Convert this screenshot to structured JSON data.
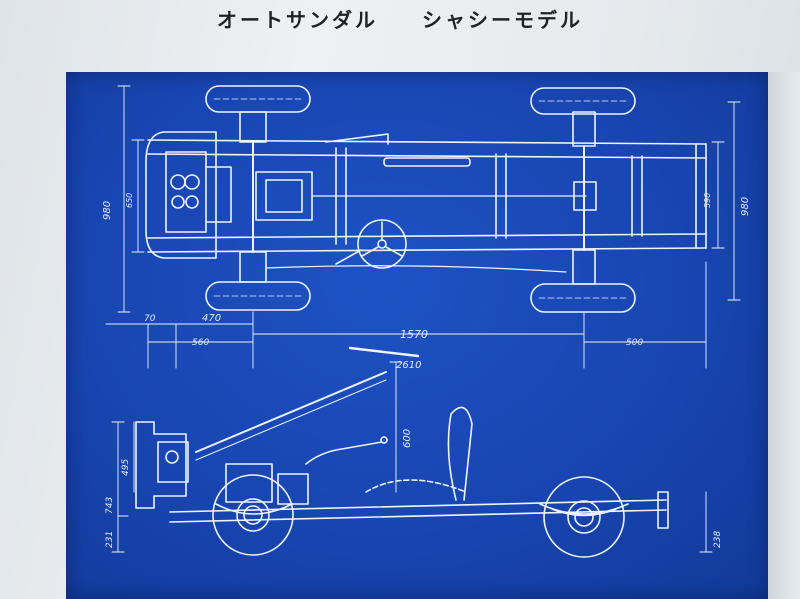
{
  "title_left": "オートサンダル",
  "title_right": "シャシーモデル",
  "dims": {
    "width_left": "980",
    "width_inner_left": "650",
    "width_inner_right": "590",
    "width_right": "980",
    "x_70": "70",
    "x_470": "470",
    "x_560": "560",
    "x_1570": "1570",
    "x_500": "500",
    "overall_length": "2610",
    "seat_height": "600",
    "h_495": "495",
    "h_743": "743",
    "h_231": "231",
    "h_238": "238"
  },
  "colors": {
    "blueprint": "#1a4ab8",
    "line": "#eef3ff"
  }
}
